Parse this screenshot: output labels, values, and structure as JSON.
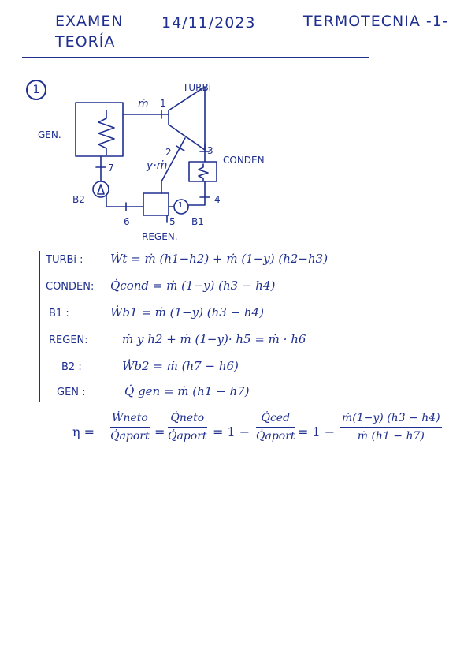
{
  "header": {
    "line1_left": "EXAMEN",
    "date": "14/11/2023",
    "subject": "TERMOTECNIA -1-",
    "line2": "TEORÍA"
  },
  "question_number": "1",
  "diagram": {
    "turbine_label": "TURBi",
    "generator_label": "GEN.",
    "condenser_label": "CONDEN",
    "regenerator_label": "REGEN.",
    "pump1_label": "B1",
    "pump2_label": "B2",
    "mass_flow_label": "ṁ",
    "extraction_label": "y·ṁ",
    "pump_symbol": "1",
    "state_points": [
      "1",
      "2",
      "3",
      "4",
      "5",
      "6",
      "7"
    ]
  },
  "equations": [
    {
      "name": "TURBi :",
      "expr": "Ẇt = ṁ (h1−h2) + ṁ (1−y) (h2−h3)"
    },
    {
      "name": "CONDEN:",
      "expr": "Q̇cond = ṁ (1−y) (h3 − h4)"
    },
    {
      "name": "B1 :",
      "expr": "Ẇb1 = ṁ (1−y) (h3 − h4)"
    },
    {
      "name": "REGEN:",
      "expr": "ṁ y h2 + ṁ (1−y)· h5 = ṁ · h6"
    },
    {
      "name": "B2 :",
      "expr": "Ẇb2 = ṁ (h7 − h6)"
    },
    {
      "name": "GEN :",
      "expr": "Q̇ gen = ṁ (h1 − h7)"
    }
  ],
  "efficiency": {
    "eta": "η =",
    "f1_num": "Ẇneto",
    "f1_den": "Q̇aport",
    "f2_num": "Q̇neto",
    "f2_den": "Q̇aport",
    "f3_prefix": "= 1 −",
    "f3_num": "Q̇ced",
    "f3_den": "Q̇aport",
    "f4_prefix": "= 1 −",
    "f4_num": "ṁ(1−y) (h3 − h4)",
    "f4_den": "ṁ (h1 − h7)",
    "eq_sign": "="
  }
}
